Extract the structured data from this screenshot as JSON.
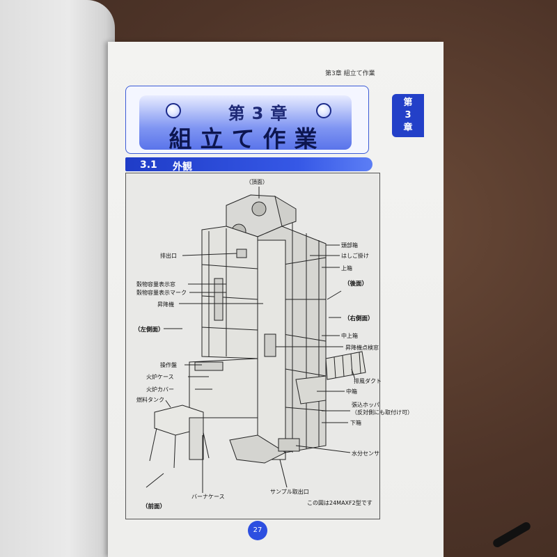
{
  "page": {
    "running_header": "第3章 組立て作業",
    "side_tab": [
      "第",
      "3",
      "章"
    ],
    "chapter_label": "第3章",
    "chapter_title": "組立て作業",
    "section_number": "3.1",
    "section_title": "外観",
    "page_number": "27",
    "accent_color": "#2d4fe0"
  },
  "figure": {
    "labels": {
      "top_view": "（頂面）",
      "discharge": "排出口",
      "grain_gauge_window": "穀物容量表示窓",
      "grain_gauge_mark": "穀物容量表示マーク",
      "elevator": "昇降機",
      "left_side": "（左側面）",
      "control_panel": "操作盤",
      "furnace_case": "火炉ケース",
      "furnace_cover": "火炉カバー",
      "fuel_tank": "燃料タンク",
      "head_box": "頭部箱",
      "ladder_hook": "はしご掛け",
      "upper_box": "上箱",
      "rear_side": "（後面）",
      "right_side": "（右側面）",
      "mid_upper_box": "中上箱",
      "elevator_inspection": "昇降機点検窓",
      "exhaust_duct": "排風ダクト",
      "middle_box": "中箱",
      "hopper": "張込ホッパ",
      "hopper_note": "（反対側にも取付け可）",
      "lower_box": "下箱",
      "moisture_sensor": "水分センサ",
      "front_side": "（前面）",
      "burner_case": "バーナケース",
      "sample_outlet": "サンプル取出口",
      "model_note": "この図は24MAXF2型です"
    }
  }
}
